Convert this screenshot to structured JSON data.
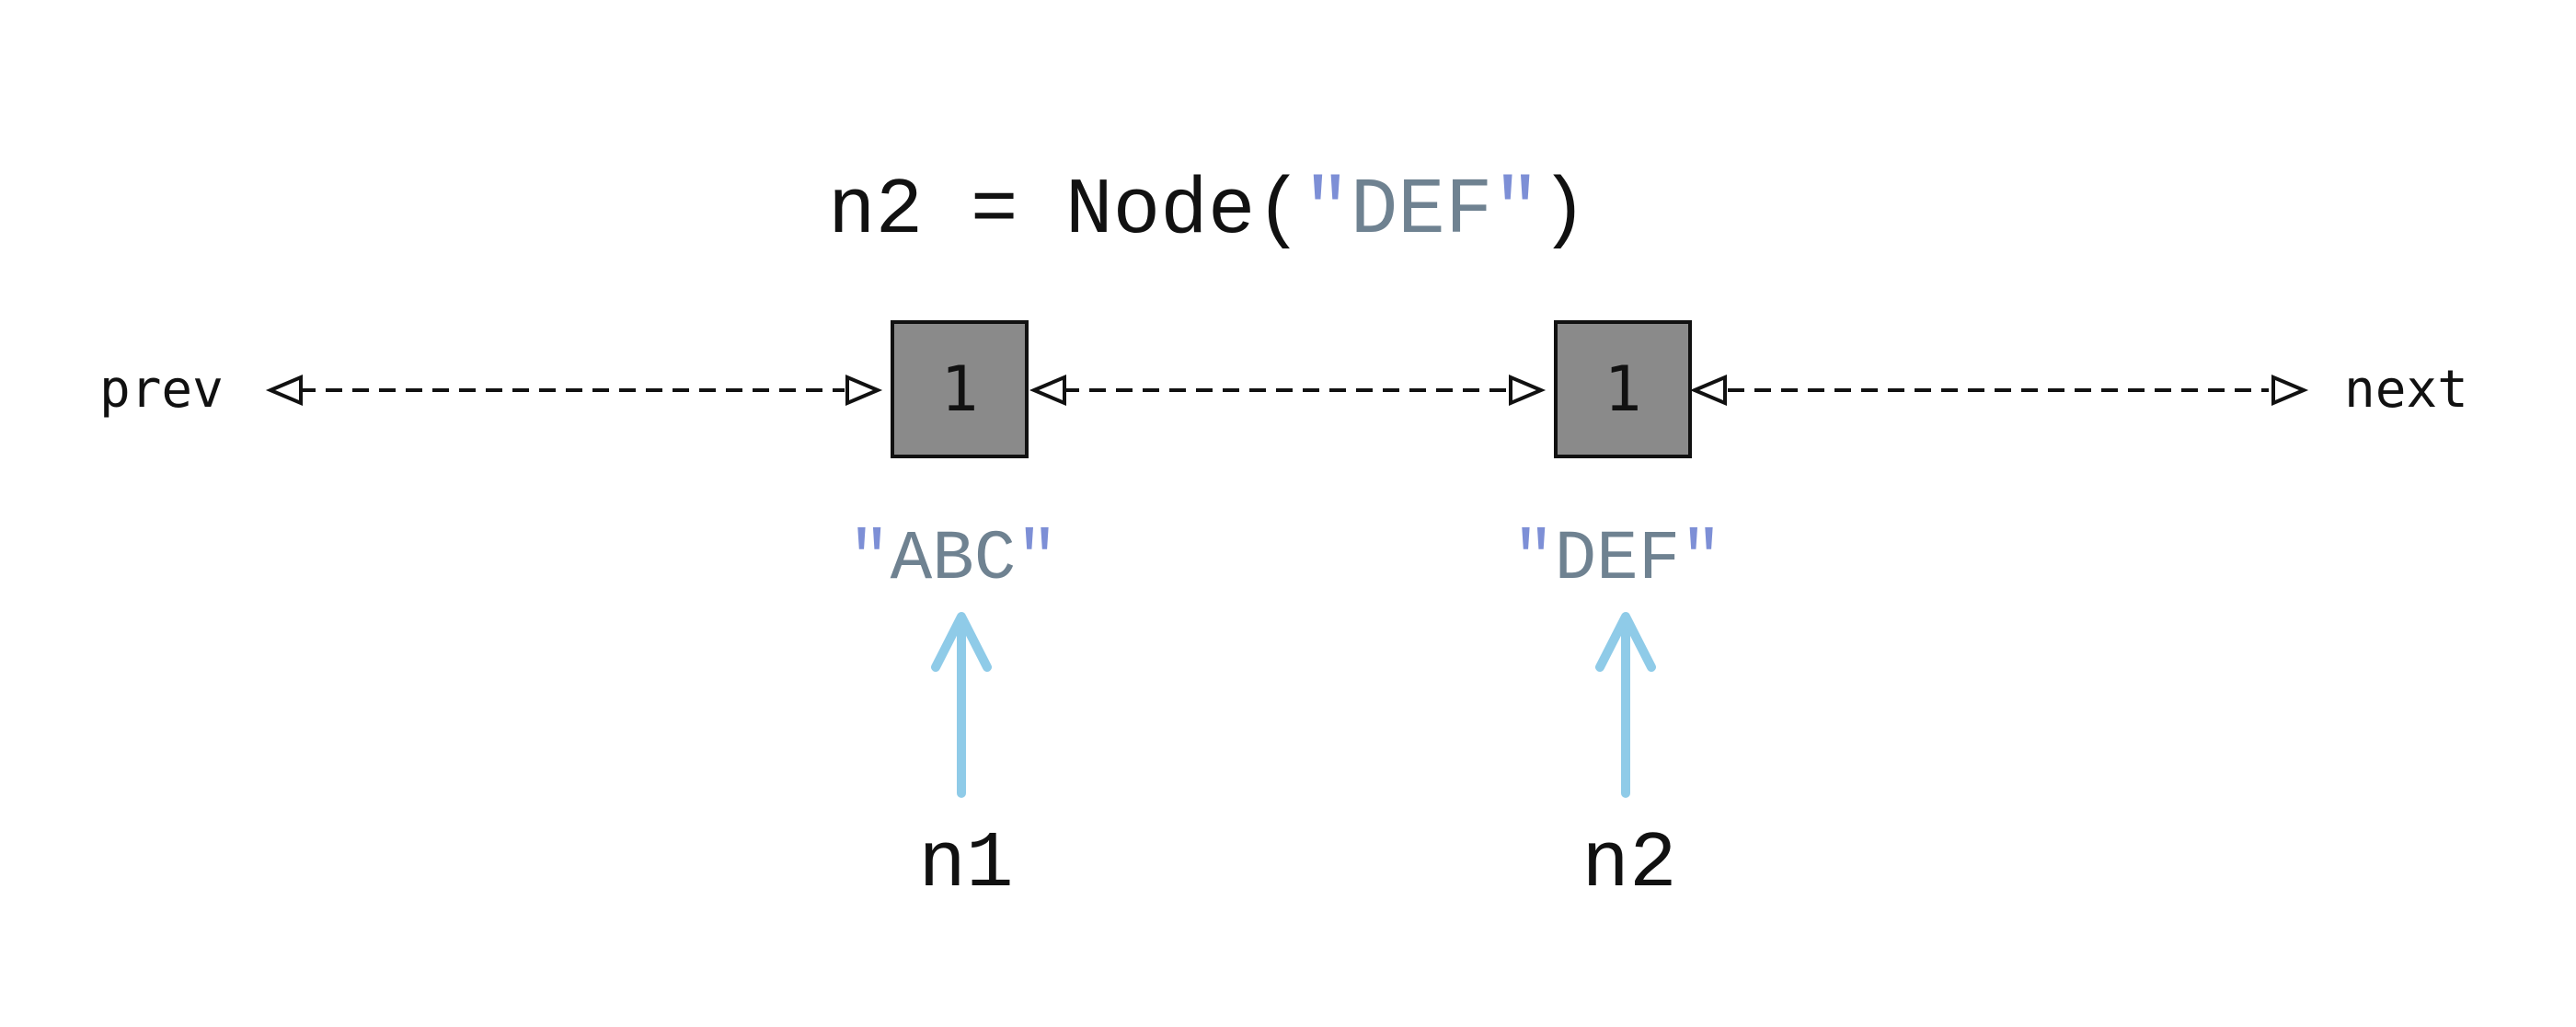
{
  "statement": {
    "lhs": "n2 = Node(",
    "quote_open": "\"",
    "arg": "DEF",
    "quote_close": "\"",
    "rparen": ")"
  },
  "links": {
    "prev": "prev",
    "next": "next"
  },
  "nodes": [
    {
      "refcount": "1",
      "q1": "\"",
      "value": "ABC",
      "q2": "\"",
      "var": "n1"
    },
    {
      "refcount": "1",
      "q1": "\"",
      "value": "DEF",
      "q2": "\"",
      "var": "n2"
    }
  ],
  "colors": {
    "box_fill": "#8a8a8a",
    "string_text": "#6f8291",
    "quote_marks": "#7d8fd6",
    "pointer_arrow": "#8fcbe8",
    "ink": "#111111"
  }
}
